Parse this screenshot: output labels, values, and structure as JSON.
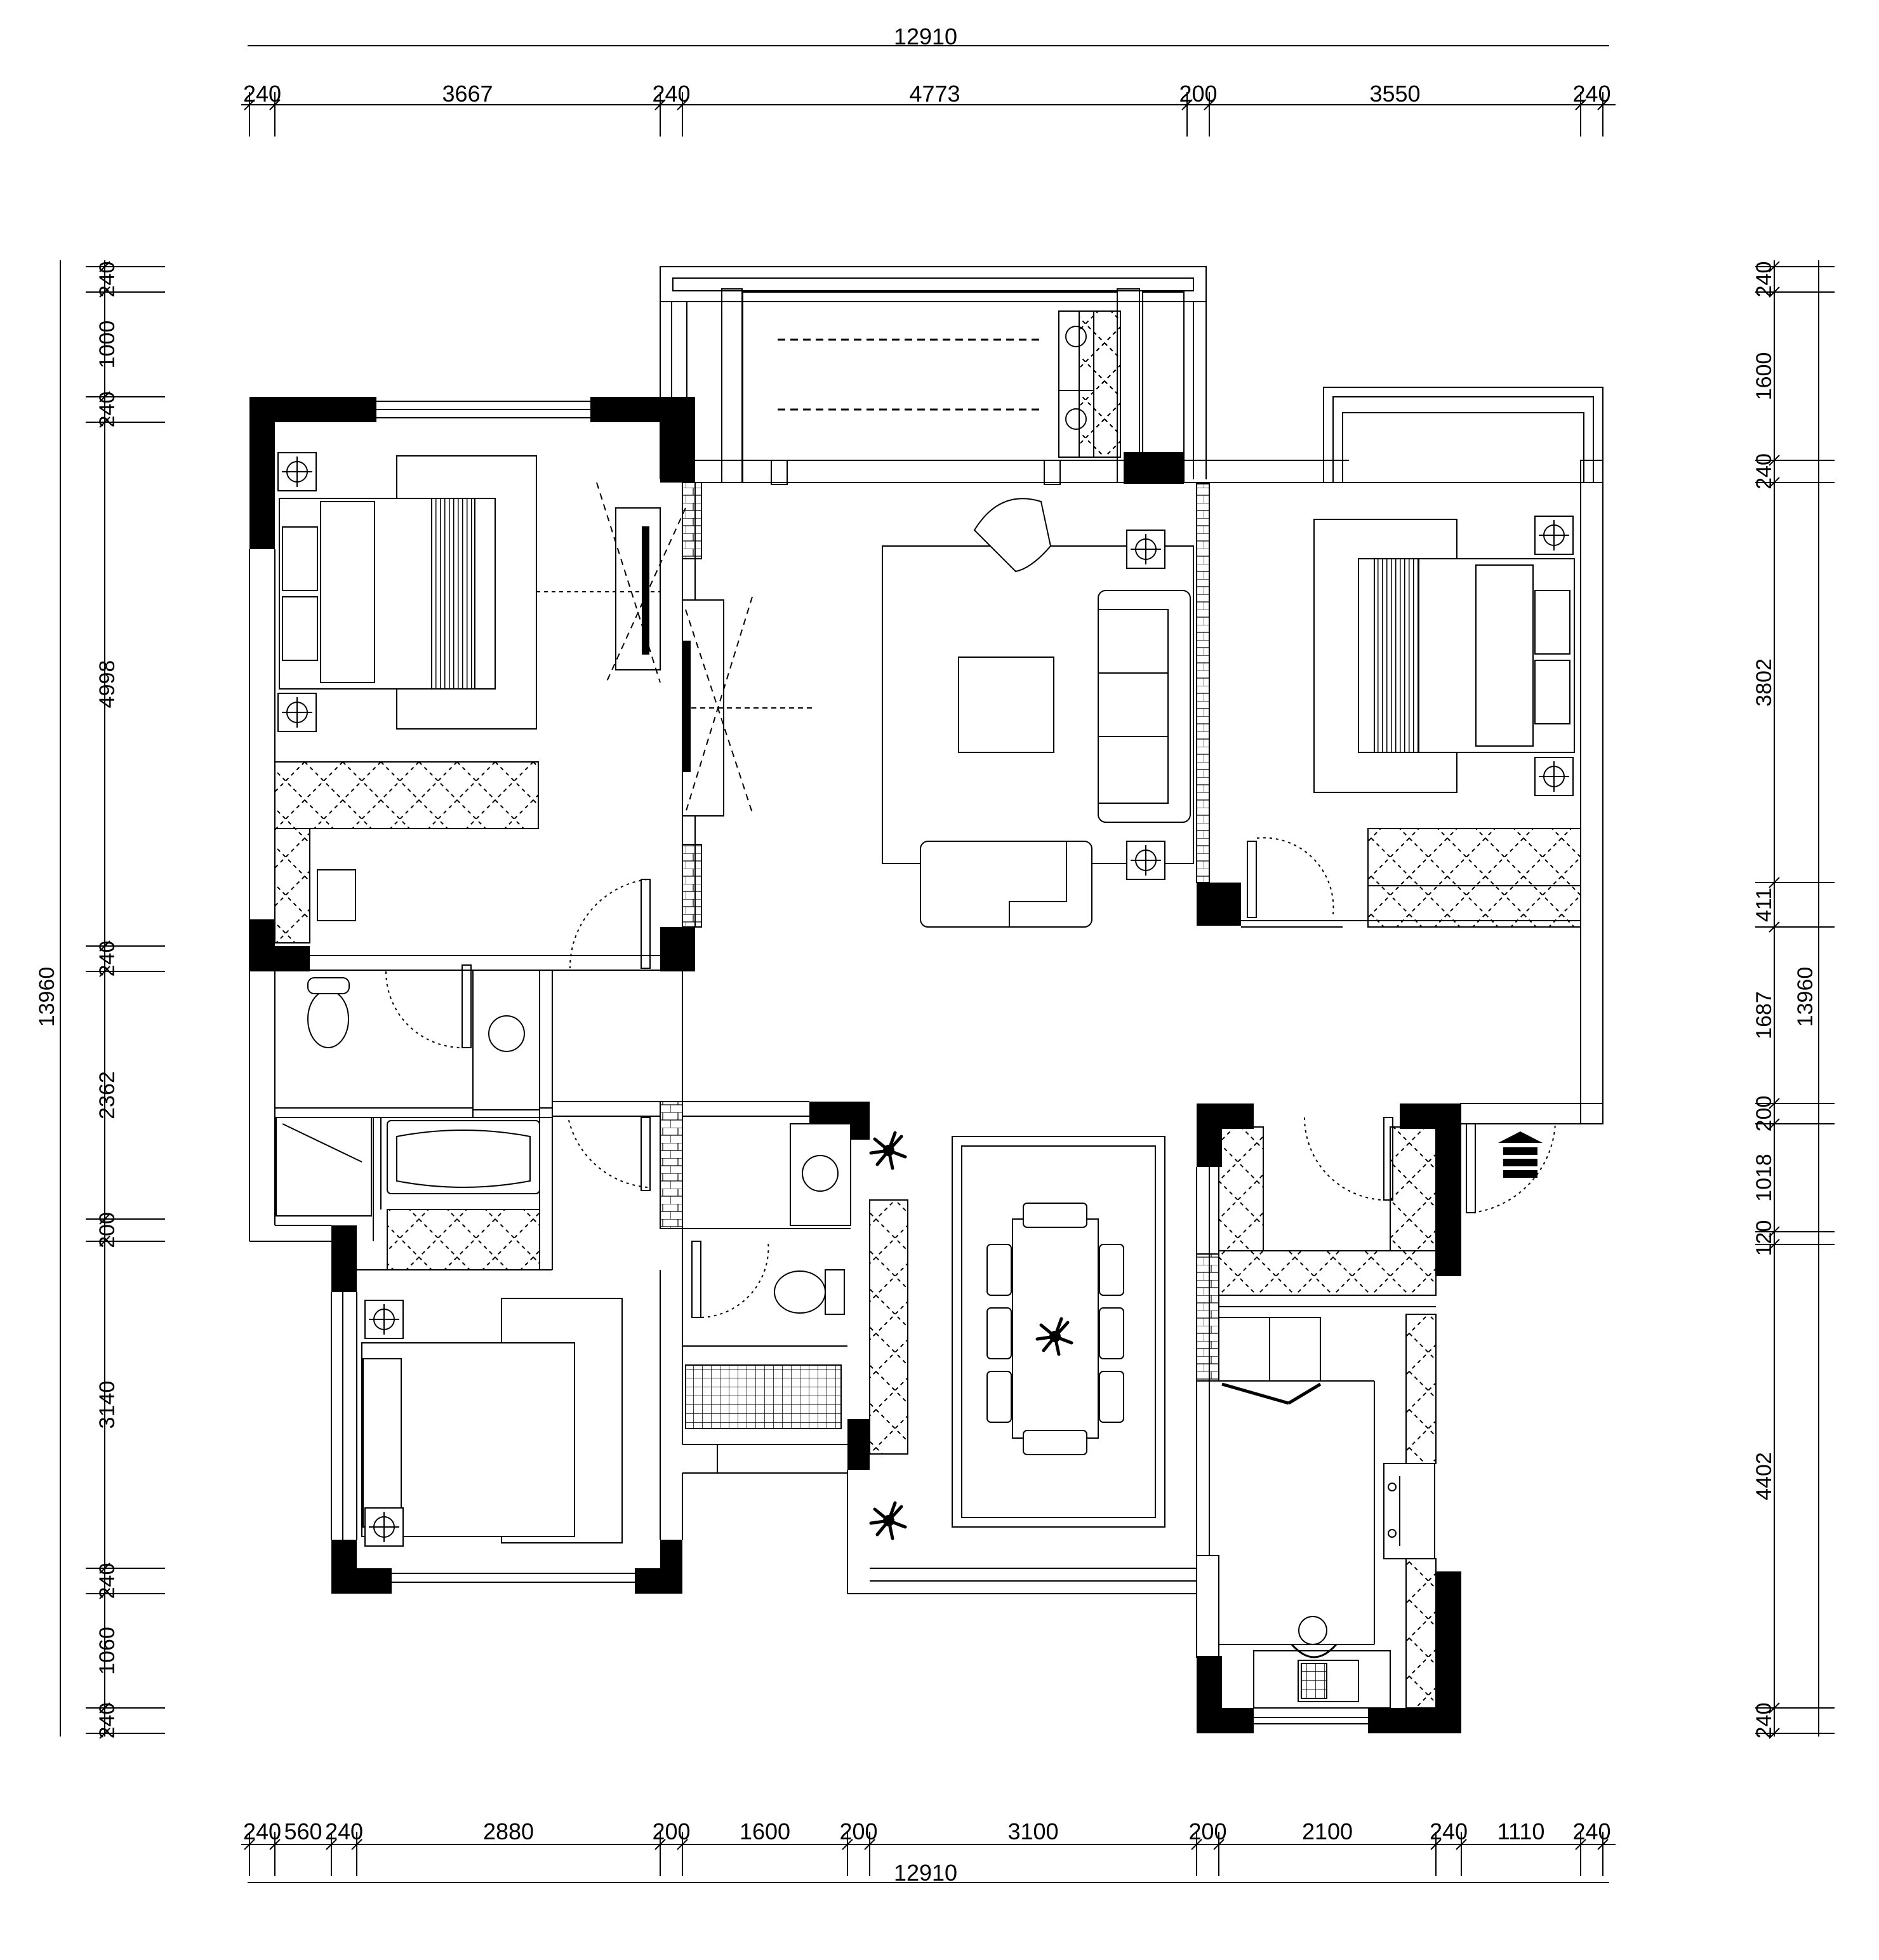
{
  "dimensions": {
    "top_total": "12910",
    "top_segments": [
      "240",
      "3667",
      "240",
      "4773",
      "200",
      "3550",
      "240"
    ],
    "bottom_total": "12910",
    "bottom_segments": [
      "240",
      "560",
      "240",
      "2880",
      "200",
      "1600",
      "200",
      "3100",
      "200",
      "2100",
      "240",
      "1110",
      "240"
    ],
    "left_total": "13960",
    "left_segments": [
      "240",
      "1000",
      "240",
      "4998",
      "240",
      "2362",
      "200",
      "3140",
      "240",
      "1060",
      "240"
    ],
    "right_total": "13960",
    "right_segments": [
      "240",
      "1600",
      "240",
      "3802",
      "411",
      "1687",
      "200",
      "1018",
      "120",
      "4402",
      "240"
    ]
  },
  "colors": {
    "wall": "#000000",
    "line": "#000000",
    "background": "#ffffff"
  },
  "icons": [
    "entrance-arrow-icon",
    "plant-icon",
    "lamp-icon",
    "bed-icon",
    "sofa-icon",
    "dining-table-icon",
    "toilet-icon",
    "bathtub-icon",
    "sink-icon",
    "stove-icon",
    "washing-machine-icon",
    "person-icon"
  ]
}
